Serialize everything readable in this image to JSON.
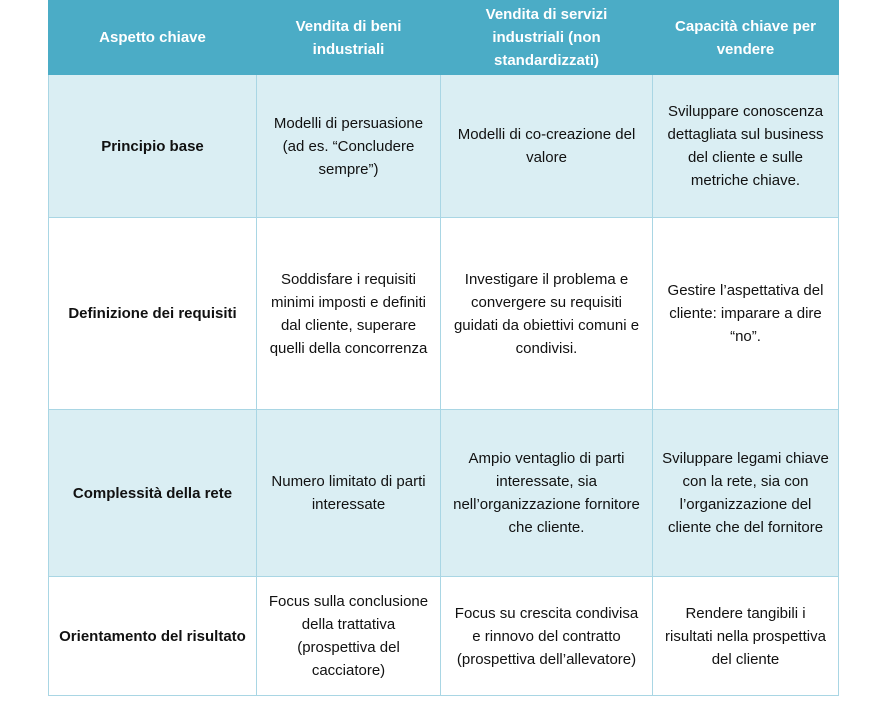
{
  "headers": [
    "Aspetto chiave",
    "Vendita di beni industriali",
    "Vendita di servizi industriali (non standardizzati)",
    "Capacità chiave per vendere"
  ],
  "rows": [
    [
      "Principio base",
      "Modelli di persuasione (ad es. “Concludere sempre”)",
      "Modelli di co-creazione del valore",
      "Sviluppare conoscenza dettagliata sul business del cliente e sulle metriche chiave."
    ],
    [
      "Definizione dei requisiti",
      "Soddisfare i requisiti minimi imposti e definiti dal cliente, superare quelli della concorrenza",
      "Investigare il problema e convergere su requisiti guidati da obiettivi comuni e condivisi.",
      "Gestire l’aspettativa del cliente: imparare a dire “no”."
    ],
    [
      "Complessità della rete",
      "Numero limitato di parti interessate",
      "Ampio ventaglio di parti interessate, sia nell’organizzazione fornitore che cliente.",
      "Sviluppare legami chiave con la rete, sia con l’organizzazione del cliente che del fornitore"
    ],
    [
      "Orientamento del risultato",
      "Focus sulla conclusione della trattativa (prospettiva del cacciatore)",
      "Focus su crescita condivisa e rinnovo del contratto (prospettiva dell’allevatore)",
      "Rendere tangibili i risultati nella prospettiva del cliente"
    ]
  ],
  "colors": {
    "header": "#4bacc6",
    "shade": "#daeef3",
    "border": "#a9d6e4"
  }
}
